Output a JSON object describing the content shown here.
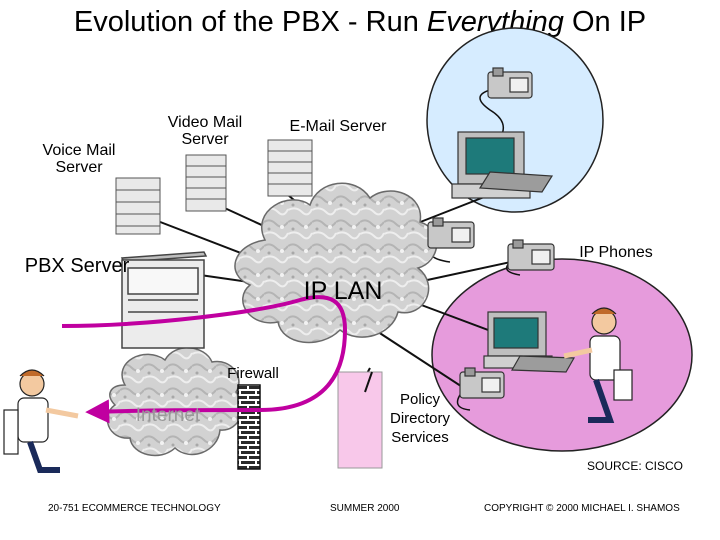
{
  "title": {
    "prefix": "Evolution of the PBX - Run ",
    "emphasis": "Everything",
    "suffix": " On IP"
  },
  "nodes": {
    "voice_mail": "Voice Mail Server",
    "video_mail": "Video Mail Server",
    "email": "E-Mail Server",
    "pbx": "PBX Server",
    "ip_lan": "IP LAN",
    "ip_phones": "IP Phones",
    "firewall": "Firewall",
    "internet": "Internet",
    "policy": "Policy Directory Services"
  },
  "source": "SOURCE: CISCO",
  "footer": {
    "course": "20-751 ECOMMERCE TECHNOLOGY",
    "date": "SUMMER 2000",
    "copyright": "COPYRIGHT © 2000 MICHAEL I. SHAMOS"
  },
  "colors": {
    "path": "#c000a0",
    "lan_circle": "#d6ecff",
    "user_circle": "#e69bdc",
    "policy_box": "#f8c8ea",
    "cloud": "#c9c9c9"
  },
  "icons": [
    "server-icon",
    "pbx-cabinet-icon",
    "cloud-icon",
    "firewall-icon",
    "ip-phone-icon",
    "workstation-icon",
    "person-icon"
  ]
}
